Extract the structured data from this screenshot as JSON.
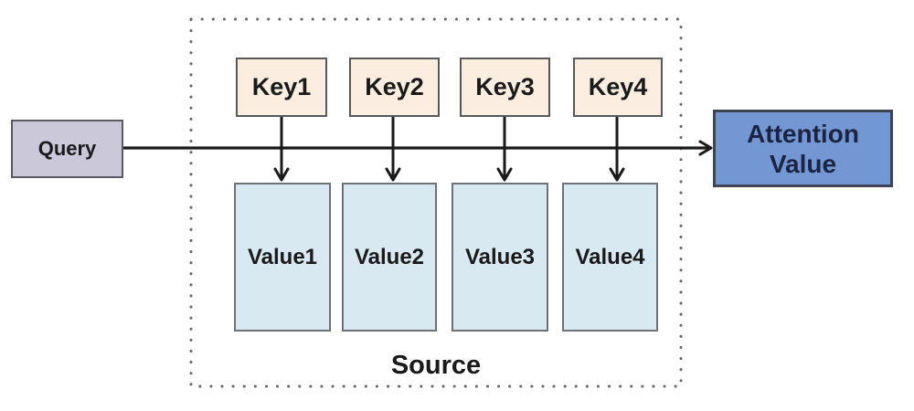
{
  "diagram": {
    "query": {
      "label": "Query"
    },
    "attention_value": {
      "label": "Attention Value"
    },
    "source": {
      "label": "Source",
      "keys": [
        {
          "label": "Key1"
        },
        {
          "label": "Key2"
        },
        {
          "label": "Key3"
        },
        {
          "label": "Key4"
        }
      ],
      "values": [
        {
          "label": "Value1"
        },
        {
          "label": "Value2"
        },
        {
          "label": "Value3"
        },
        {
          "label": "Value4"
        }
      ]
    },
    "colors": {
      "background": "#ffffff",
      "text": "#1a1a1a",
      "query-fill": "#cbc8da",
      "query-border": "#5a5a64",
      "key-fill": "#fbeee0",
      "key-border": "#58595b",
      "value-fill": "#d9e9f1",
      "value-border": "#6d7278",
      "attention-fill": "#7397d2",
      "attention-border": "#3e4456",
      "attention-text": "#1b2442",
      "line": "#1a1a1a",
      "dotted-border": "#666666"
    }
  }
}
